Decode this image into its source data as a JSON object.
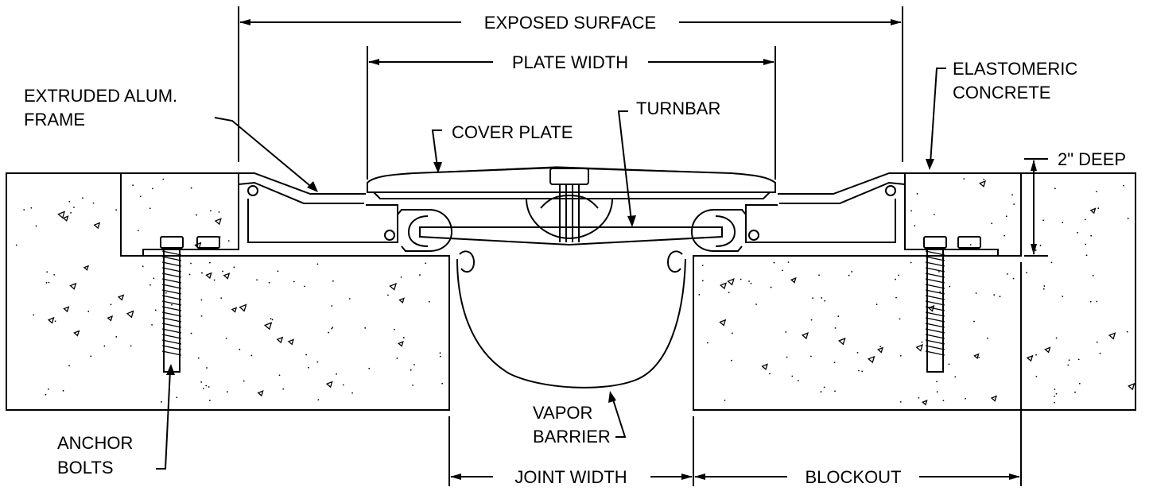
{
  "labels": {
    "exposed_surface": "EXPOSED SURFACE",
    "plate_width": "PLATE WIDTH",
    "extruded_frame_line1": "EXTRUDED ALUM.",
    "extruded_frame_line2": "FRAME",
    "cover_plate": "COVER PLATE",
    "turnbar": "TURNBAR",
    "elastomeric_line1": "ELASTOMERIC",
    "elastomeric_line2": "CONCRETE",
    "depth": "2\" DEEP",
    "anchor_line1": "ANCHOR",
    "anchor_line2": "BOLTS",
    "vapor_line1": "VAPOR",
    "vapor_line2": "BARRIER",
    "joint_width": "JOINT WIDTH",
    "blockout": "BLOCKOUT"
  }
}
